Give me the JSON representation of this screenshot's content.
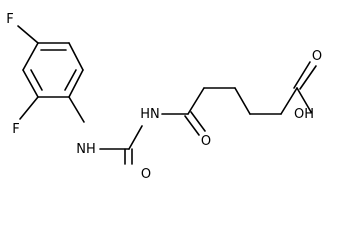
{
  "molecule": {
    "atoms": {
      "fluoro_top": "F",
      "fluoro_left": "F",
      "amine_nh": "NH",
      "imide_nh": "HN",
      "urea_oxygen": "O",
      "amide_oxygen": "O",
      "acid_hydroxyl": "OH",
      "acid_oxygen": "O"
    }
  }
}
